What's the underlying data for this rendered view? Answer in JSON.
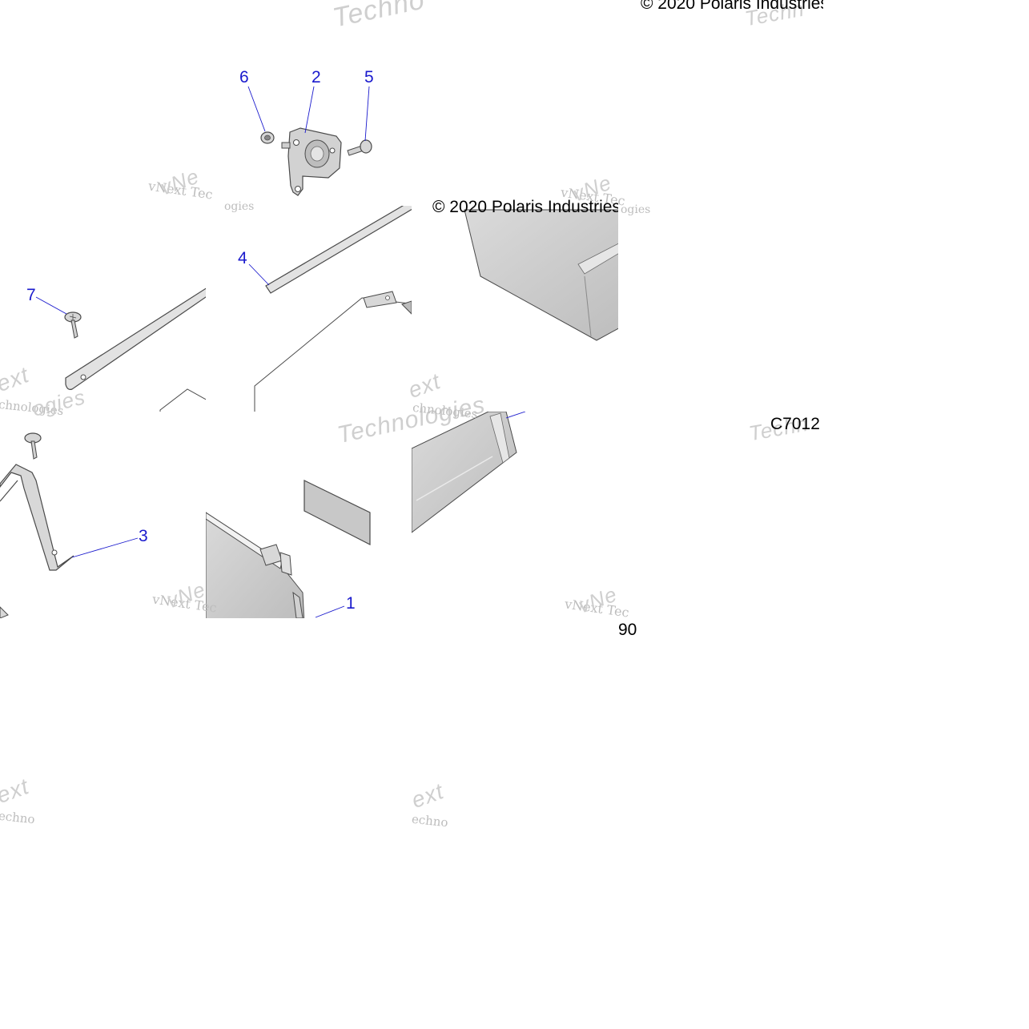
{
  "diagram": {
    "callouts": [
      "6",
      "2",
      "5",
      "4",
      "7",
      "3",
      "1"
    ],
    "copyright_text": "© 2020 Polaris Industries",
    "copyright_fragment": "© 2020 Polaris Industries",
    "drawing_code": "C7012",
    "page_fragment": "90"
  },
  "watermark": {
    "brand_text": "vNext Technologies",
    "technologies_text": "Technologies",
    "next_text": "vNext",
    "ext_text": "ext",
    "techno_text": "Techno",
    "techn_text": "Techn",
    "frag_1": "vNext Tec",
    "frag_2": "chnologies",
    "frag_3": "echno",
    "frag_4": "vNe",
    "frag_5": "ogies"
  },
  "colors": {
    "callout": "#1a1acd",
    "part_fill": "#cfcfcf",
    "part_stroke": "#4a4a4a",
    "watermark": "#bdbdbd"
  }
}
